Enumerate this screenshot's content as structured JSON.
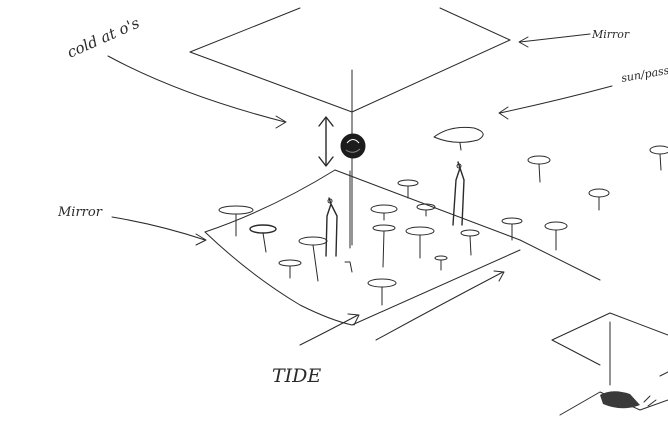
{
  "annotations": {
    "top_left": "cold at o's",
    "mirror": "Mirror",
    "top_right": "sun/pass",
    "left": "Mirror",
    "bottom": "TIDE"
  },
  "colors": {
    "ink": "#2a2a2a",
    "paper": "#ffffff"
  }
}
